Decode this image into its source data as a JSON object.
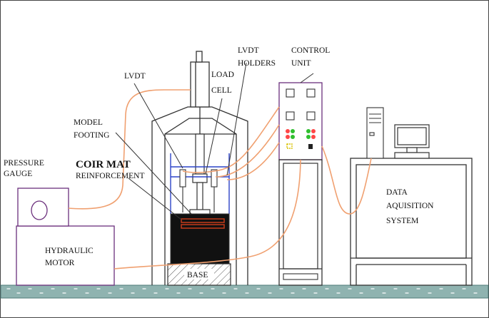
{
  "labels": {
    "pressure_gauge": [
      "PRESSURE",
      "GAUGE"
    ],
    "hydraulic_motor": [
      "HYDRAULIC",
      "MOTOR"
    ],
    "lvdt": "LVDT",
    "load_cell": [
      "LOAD",
      "CELL"
    ],
    "lvdt_holders": [
      "LVDT",
      "HOLDERS"
    ],
    "control_unit": [
      "CONTROL",
      "UNIT"
    ],
    "model_footing": [
      "MODEL",
      "FOOTING"
    ],
    "coir_mat": "COIR MAT",
    "reinforcement": "REINFORCEMENT",
    "base": "BASE",
    "data_system": [
      "DATA",
      "AQUISITION",
      "SYSTEM"
    ]
  },
  "colors": {
    "outline": "#6b2f7c",
    "cable": "#f0a070",
    "wire": "#2c43c8",
    "frame": "#333333",
    "ground": "#8fb3b0",
    "soil": "#111111",
    "coir": "#c23a1a",
    "led_red": "#ff4646",
    "led_green": "#2fbf2f",
    "led_yellow": "#d9c200"
  }
}
